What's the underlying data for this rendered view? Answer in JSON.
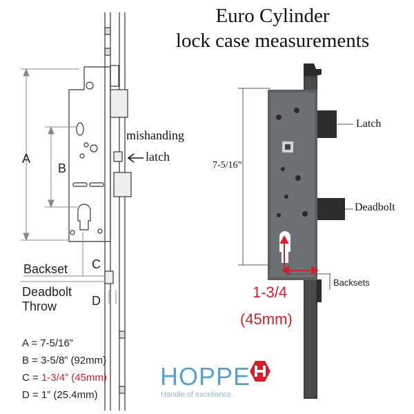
{
  "title": {
    "line1": "Euro Cylinder",
    "line2": "lock case measurements"
  },
  "left_diagram": {
    "label_a": "A",
    "label_b": "B",
    "label_c": "C",
    "label_d": "D",
    "mishanding": "mishanding",
    "latch": "latch",
    "backset": "Backset",
    "deadbolt": "Deadbolt",
    "throw": "Throw"
  },
  "right_diagram": {
    "height_label": "7-5/16”",
    "latch": "Latch",
    "deadbolt": "Deadbolt",
    "backsets": "Backsets",
    "backset_value": "1-3/4",
    "backset_mm": "(45mm)"
  },
  "legend": {
    "a": "A = 7-5/16”",
    "b": "B = 3-5/8” (92mm)",
    "c_prefix": "C = ",
    "c_value": "1-3/4” (45mm)",
    "d": "D = 1” (25.4mm)"
  },
  "brand": {
    "name": "HOPPE",
    "tagline": "Handle of excellence.",
    "colors": {
      "blue": "#5a9fd0",
      "red": "#d0202b"
    }
  },
  "accent_colors": {
    "red": "#d0202b",
    "dimension": "#888888"
  }
}
